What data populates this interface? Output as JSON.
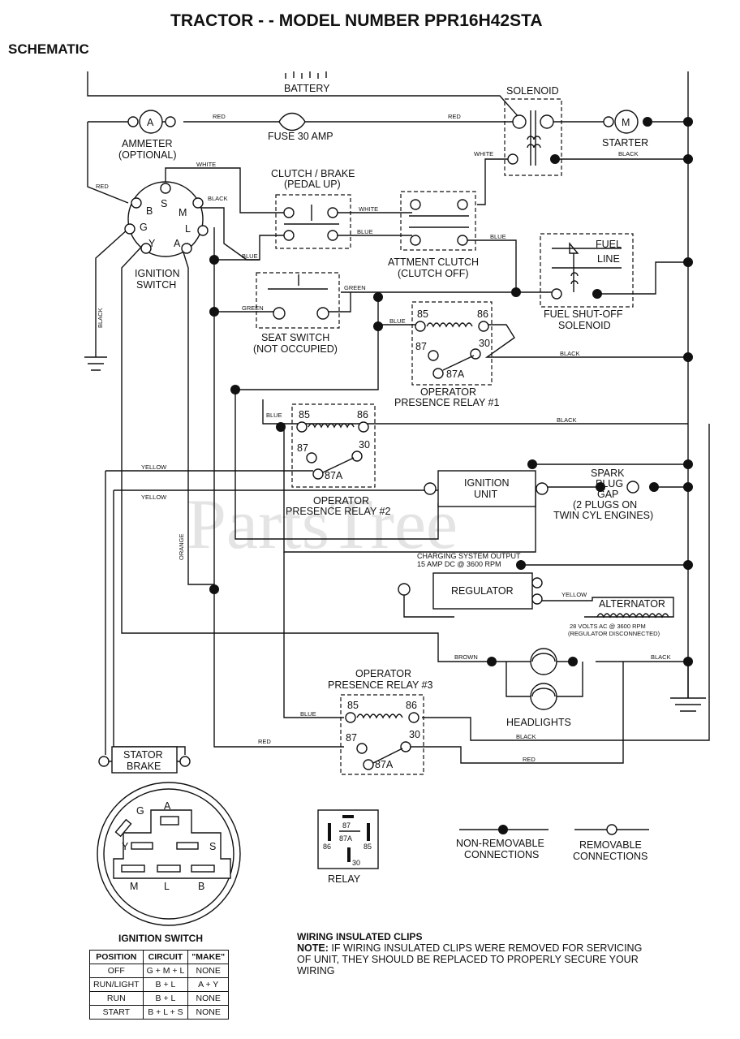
{
  "title": "TRACTOR - - MODEL NUMBER PPR16H42STA",
  "subtitle": "SCHEMATIC",
  "watermark": "PartsTree",
  "components": {
    "battery": "BATTERY",
    "solenoid": "SOLENOID",
    "ammeter": "AMMETER",
    "ammeter_note": "(OPTIONAL)",
    "ammeter_symbol": "A",
    "fuse": "FUSE 30 AMP",
    "starter": "STARTER",
    "starter_symbol": "M",
    "clutch_brake": "CLUTCH / BRAKE",
    "clutch_brake_note": "(PEDAL UP)",
    "attment_clutch": "ATTMENT CLUTCH",
    "attment_clutch_note": "(CLUTCH OFF)",
    "ignition_switch": "IGNITION",
    "ignition_switch_2": "SWITCH",
    "fuel_line": "FUEL",
    "fuel_line_2": "LINE",
    "fuel_solenoid": "FUEL SHUT-OFF",
    "fuel_solenoid_2": "SOLENOID",
    "seat_switch": "SEAT SWITCH",
    "seat_switch_note": "(NOT OCCUPIED)",
    "relay1": "OPERATOR",
    "relay1_2": "PRESENCE RELAY #1",
    "relay2": "OPERATOR",
    "relay2_2": "PRESENCE RELAY #2",
    "relay3": "OPERATOR",
    "relay3_2": "PRESENCE RELAY #3",
    "ignition_unit": "IGNITION",
    "ignition_unit_2": "UNIT",
    "spark_plug": "SPARK",
    "spark_plug_2": "PLUG",
    "spark_plug_3": "GAP",
    "spark_plug_4": "(2 PLUGS ON",
    "spark_plug_5": "TWIN CYL ENGINES)",
    "charging_output": "CHARGING SYSTEM OUTPUT",
    "charging_output_2": "15 AMP DC @ 3600 RPM",
    "regulator": "REGULATOR",
    "alternator": "ALTERNATOR",
    "alternator_note": "28 VOLTS AC @ 3600 RPM",
    "alternator_note_2": "(REGULATOR DISCONNECTED)",
    "headlights": "HEADLIGHTS",
    "stator_brake": "STATOR",
    "stator_brake_2": "BRAKE"
  },
  "switch_pins": [
    "S",
    "B",
    "M",
    "G",
    "L",
    "Y",
    "A"
  ],
  "relay_pins": [
    "85",
    "86",
    "87",
    "30",
    "87A"
  ],
  "wires": {
    "red": "RED",
    "white": "WHITE",
    "black": "BLACK",
    "blue": "BLUE",
    "green": "GREEN",
    "yellow": "YELLOW",
    "orange": "ORANGE",
    "brown": "BROWN"
  },
  "legend": {
    "relay": "RELAY",
    "non_removable": "NON-REMOVABLE",
    "non_removable_2": "CONNECTIONS",
    "removable": "REMOVABLE",
    "removable_2": "CONNECTIONS"
  },
  "ignition_table": {
    "title": "IGNITION SWITCH",
    "headers": [
      "POSITION",
      "CIRCUIT",
      "\"MAKE\""
    ],
    "rows": [
      [
        "OFF",
        "G + M + L",
        "NONE"
      ],
      [
        "RUN/LIGHT",
        "B + L",
        "A + Y"
      ],
      [
        "RUN",
        "B + L",
        "NONE"
      ],
      [
        "START",
        "B + L + S",
        "NONE"
      ]
    ]
  },
  "note": {
    "heading": "WIRING INSULATED CLIPS",
    "label": "NOTE:",
    "text": "IF WIRING INSULATED CLIPS WERE REMOVED FOR SERVICING OF UNIT, THEY SHOULD BE REPLACED TO PROPERLY SECURE YOUR WIRING"
  }
}
